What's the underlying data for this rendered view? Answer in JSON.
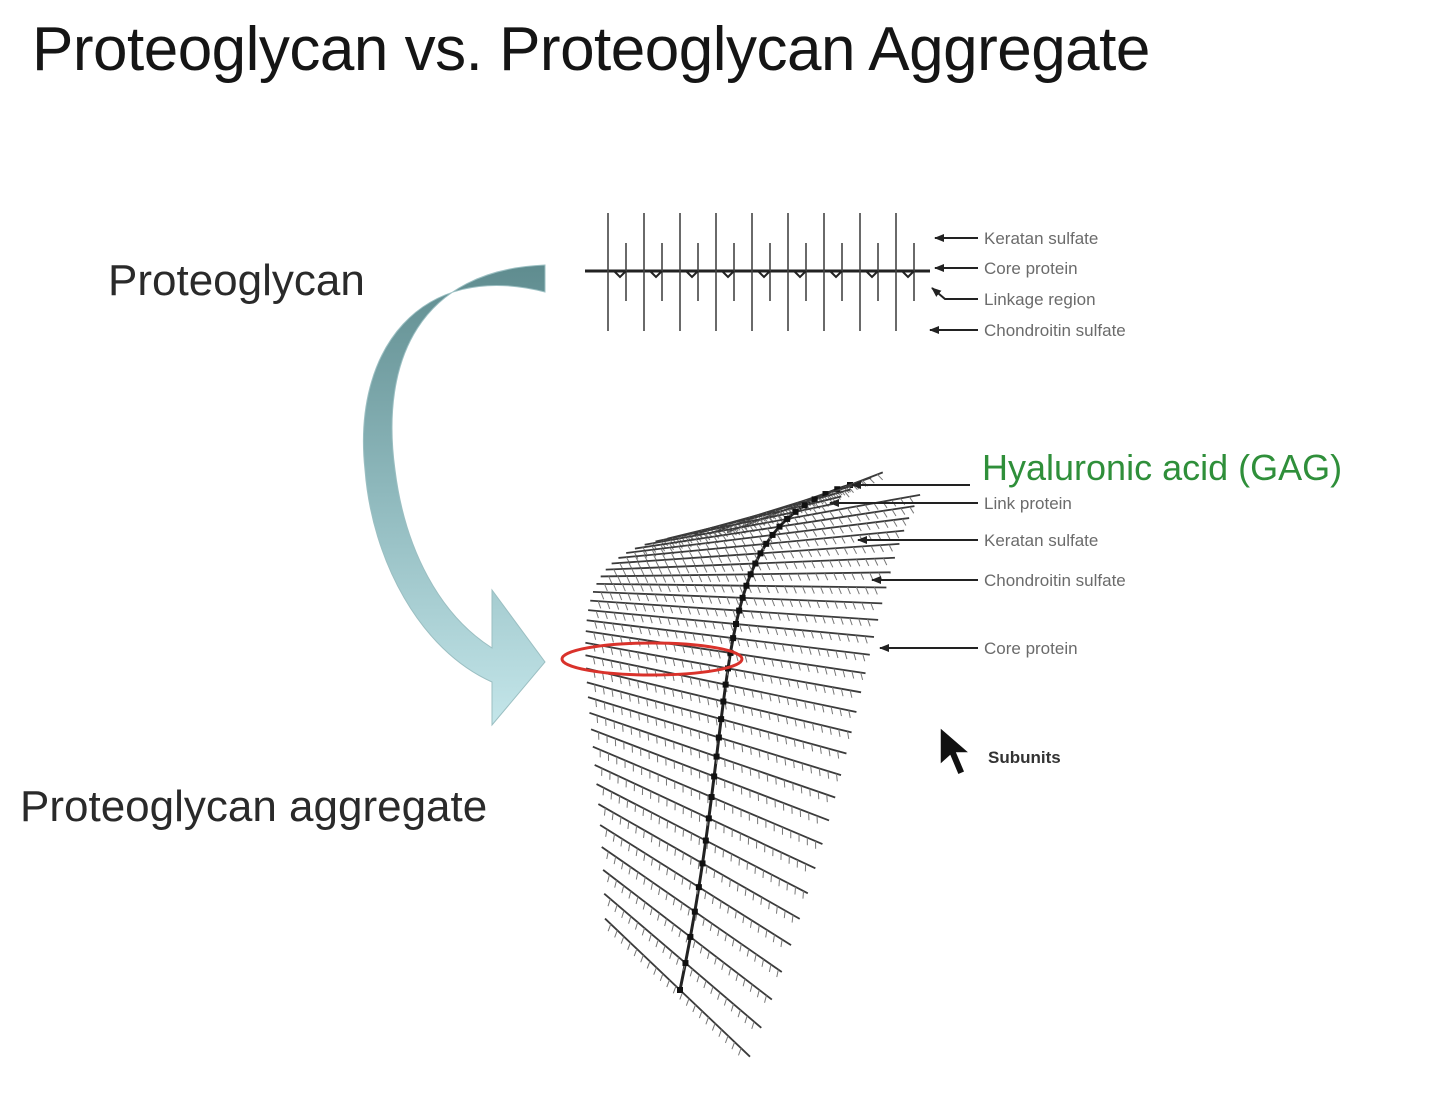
{
  "title": "Proteoglycan vs. Proteoglycan Aggregate",
  "labels": {
    "proteoglycan": "Proteoglycan",
    "aggregate": "Proteoglycan aggregate"
  },
  "proteoglycan_legend": {
    "keratan_sulfate": "Keratan sulfate",
    "core_protein": "Core protein",
    "linkage_region": "Linkage region",
    "chondroitin_sulfate": "Chondroitin sulfate"
  },
  "aggregate_legend": {
    "hyaluronic_acid": "Hyaluronic acid (GAG)",
    "link_protein": "Link protein",
    "keratan_sulfate": "Keratan sulfate",
    "chondroitin_sulfate": "Chondroitin sulfate",
    "core_protein": "Core protein",
    "subunits": "Subunits"
  },
  "colors": {
    "arrow_dark": "#5f8c8f",
    "arrow_light": "#bfe3e8",
    "highlight_ellipse": "#d9322b",
    "hyaluronic_text": "#2f8f3a"
  },
  "icons": [
    "curved-arrow-icon",
    "mouse-pointer-icon"
  ]
}
